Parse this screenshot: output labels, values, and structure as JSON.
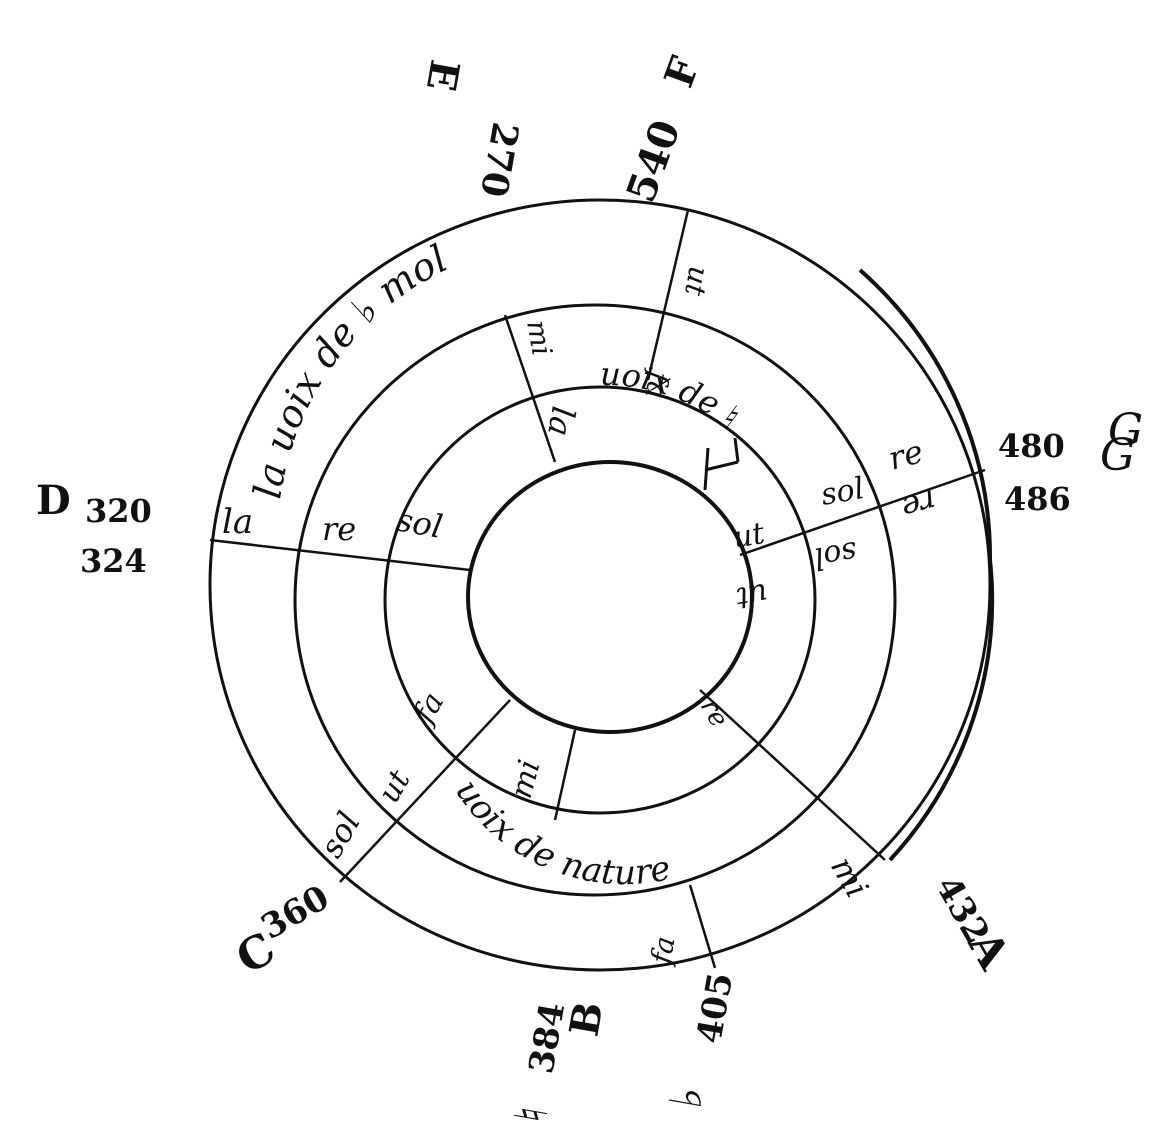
{
  "rings": {
    "outer_label": "la uoix de ♭ mol",
    "middle_label": "uoix de ♮",
    "inner_label": "uoix de nature"
  },
  "syllables": {
    "outer_la_left": "la",
    "outer_ut_top": "ut",
    "outer_re_right": "re",
    "outer_re_right_inv": "re",
    "outer_mi_lower_right": "mi",
    "outer_fa_bottom": "fa",
    "outer_sol_lower_left": "sol",
    "middle_re_left": "re",
    "middle_mi_top": "mi",
    "middle_fa_top": "fa",
    "middle_sol_right": "sol",
    "middle_sol_right_inv": "sol",
    "middle_ut_lower_left": "ut",
    "middle_re_lower_right": "re",
    "inner_sol_left": "sol",
    "inner_la_top": "la",
    "inner_ut_right": "ut",
    "inner_ut_right_inv": "ut",
    "inner_fa_lower_left": "fa",
    "inner_mi_bottom": "mi"
  },
  "notes": {
    "D": {
      "letter": "D",
      "value": "320",
      "alt": "324"
    },
    "E": {
      "letter": "E",
      "value": "270"
    },
    "F": {
      "letter": "F",
      "value": "540"
    },
    "G": {
      "letter": "G",
      "value": "480",
      "alt": "486"
    },
    "A": {
      "letter": "A",
      "value": "432"
    },
    "Bflat": {
      "letter": "♭",
      "value": "405"
    },
    "Bmid": {
      "letter": "B"
    },
    "Bnat": {
      "letter": "♮",
      "value": "384"
    },
    "C": {
      "letter": "C",
      "value": "360"
    }
  }
}
